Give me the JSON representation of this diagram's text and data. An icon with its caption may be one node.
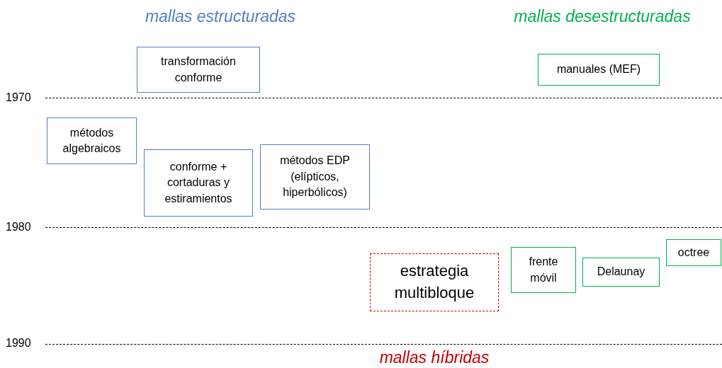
{
  "diagram": {
    "nodes": [
      {
        "text": [
          "transformación conforme"
        ]
      },
      {
        "text": [
          "manuales (MEF)"
        ]
      },
      {
        "text": [
          "métodos algebraicos"
        ]
      },
      {
        "text": [
          "conforme + cortaduras y estiramientos"
        ]
      },
      {
        "text": [
          "métodos EDP (elípticos, hiperbólicos)"
        ]
      },
      {
        "text": [
          "estrategia multibloque"
        ]
      },
      {
        "text": [
          "frente móvil"
        ]
      },
      {
        "text": [
          "Delaunay"
        ]
      },
      {
        "text": [
          "octree"
        ]
      }
    ],
    "labels": [
      "mallas estructuradas",
      "mallas desestructuradas",
      "1970",
      "1980",
      "1990",
      "mallas híbridas"
    ]
  }
}
